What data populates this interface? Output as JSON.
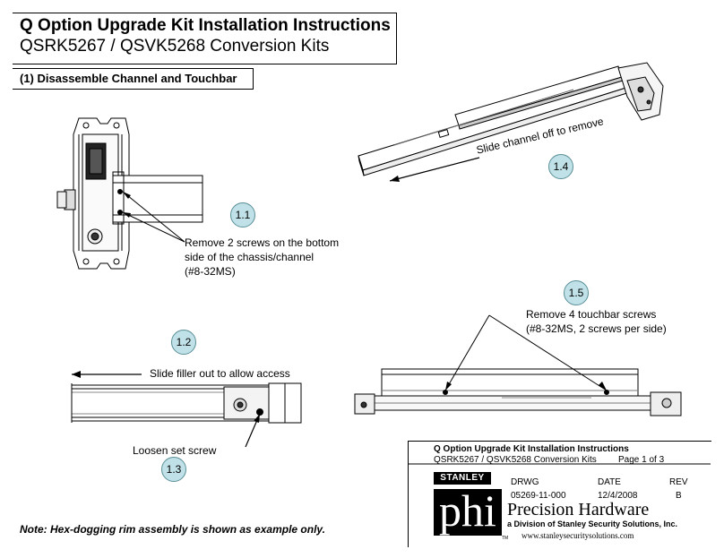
{
  "header": {
    "title": "Q Option Upgrade Kit Installation Instructions",
    "subtitle": "QSRK5267 / QSVK5268 Conversion Kits"
  },
  "section": {
    "title": "(1) Disassemble Channel and Touchbar"
  },
  "steps": {
    "s11": {
      "number": "1.1",
      "note_lines": [
        "Remove 2 screws on the bottom",
        "side of the chassis/channel",
        "(#8-32MS)"
      ]
    },
    "s12": {
      "number": "1.2",
      "note": "Slide filler out to allow access"
    },
    "s13": {
      "number": "1.3",
      "note": "Loosen set screw"
    },
    "s14": {
      "number": "1.4",
      "note": "Slide channel off to remove"
    },
    "s15": {
      "number": "1.5",
      "note_lines": [
        "Remove 4 touchbar screws",
        "(#8-32MS, 2 screws per side)"
      ]
    }
  },
  "footnote": "Note:  Hex-dogging rim assembly is shown as example only.",
  "title_block": {
    "title": "Q Option Upgrade Kit Installation Instructions",
    "subtitle": "QSRK5267 / QSVK5268 Conversion Kits",
    "page": "Page 1 of 3",
    "headers": {
      "drwg": "DRWG",
      "date": "DATE",
      "rev": "REV"
    },
    "values": {
      "drwg": "05269-11-000",
      "date": "12/4/2008",
      "rev": "B"
    },
    "brand": "STANLEY",
    "logo": "phi",
    "company": "Precision Hardware",
    "division": "a Division of Stanley Security Solutions, Inc.",
    "website": "www.stanleysecuritysolutions.com",
    "tm": "TM"
  }
}
